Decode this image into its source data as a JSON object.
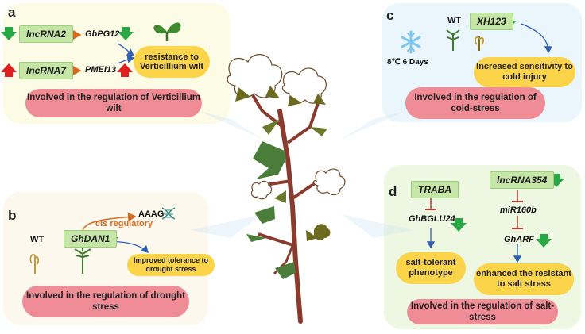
{
  "panel_a": {
    "letter": "a",
    "gene1": "lncRNA2",
    "target1": "GbPG12",
    "gene2": "lncRNA7",
    "target2": "PMEI13",
    "outcome": "resistance to Verticillium wilt",
    "summary": "Involved in the regulation of Verticillium wilt"
  },
  "panel_b": {
    "letter": "b",
    "wt": "WT",
    "gene": "GhDAN1",
    "cis": "cis regulatory",
    "motif": "AAAG",
    "outcome": "Improved tolerance to drought stress",
    "summary": "Involved in the regulation of drought stress"
  },
  "panel_c": {
    "letter": "c",
    "wt": "WT",
    "gene": "XH123",
    "condition": "8℃  6 Days",
    "outcome": "Increased sensitivity to cold injury",
    "summary": "Involved in the regulation of cold-stress"
  },
  "panel_d": {
    "letter": "d",
    "gene1": "TRABA",
    "target1": "GhBGLU24",
    "gene2": "lncRNA354",
    "mirna": "miR160b",
    "target2": "GhARF",
    "outcome1": "salt-tolerant phenotype",
    "outcome2": "enhanced the resistant to salt stress",
    "summary": "Involved in the regulation of salt-stress"
  },
  "colors": {
    "down_arrow": "#27a845",
    "up_arrow": "#e02020",
    "inhibit": "#c0392b",
    "blue_arrow": "#2f5fb8",
    "orange_arrow": "#d86a1e"
  }
}
